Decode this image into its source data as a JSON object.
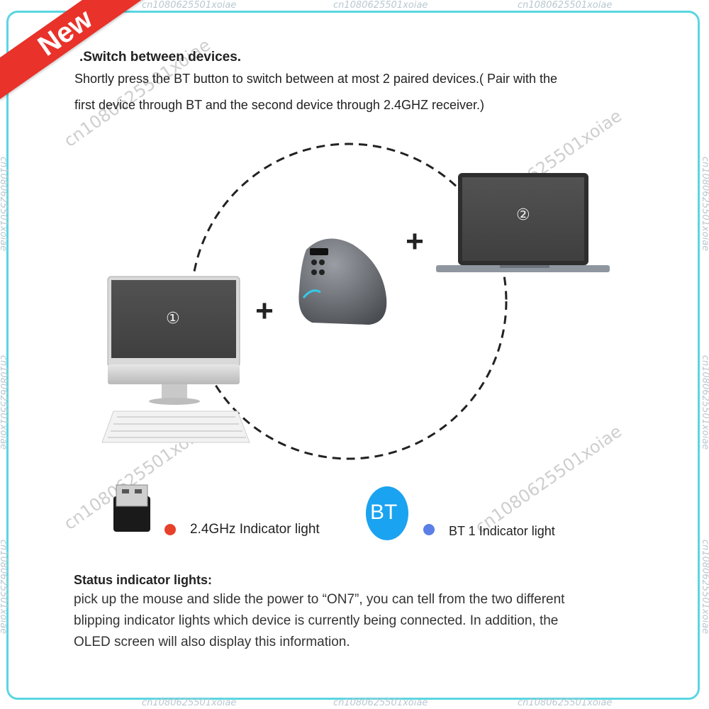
{
  "watermark": "cn1080625501xoiae",
  "badge": {
    "label": "New"
  },
  "section1": {
    "title": ".Switch between devices.",
    "line1": "Shortly press the BT button to switch between at most 2 paired devices.( Pair with the",
    "line2": "first device through BT and the second device through 2.4GHZ receiver.)"
  },
  "diagram": {
    "device1_marker": "①",
    "device2_marker": "②",
    "plus": "+"
  },
  "indicators": {
    "ghz_label": "2.4GHz  Indicator light",
    "ghz_color": "#e8412a",
    "bt_icon_text": "BT",
    "bt_label": "BT 1 Indicator light",
    "bt_color": "#5b7fe6",
    "bt_badge_color": "#1aa3f0"
  },
  "status": {
    "title": "Status indicator lights:",
    "line1": "pick up the mouse and slide the power to “ON7”, you can tell from the two different",
    "line2": "blipping indicator lights which device is currently being connected. In addition, the",
    "line3": "OLED screen will also display this information."
  }
}
